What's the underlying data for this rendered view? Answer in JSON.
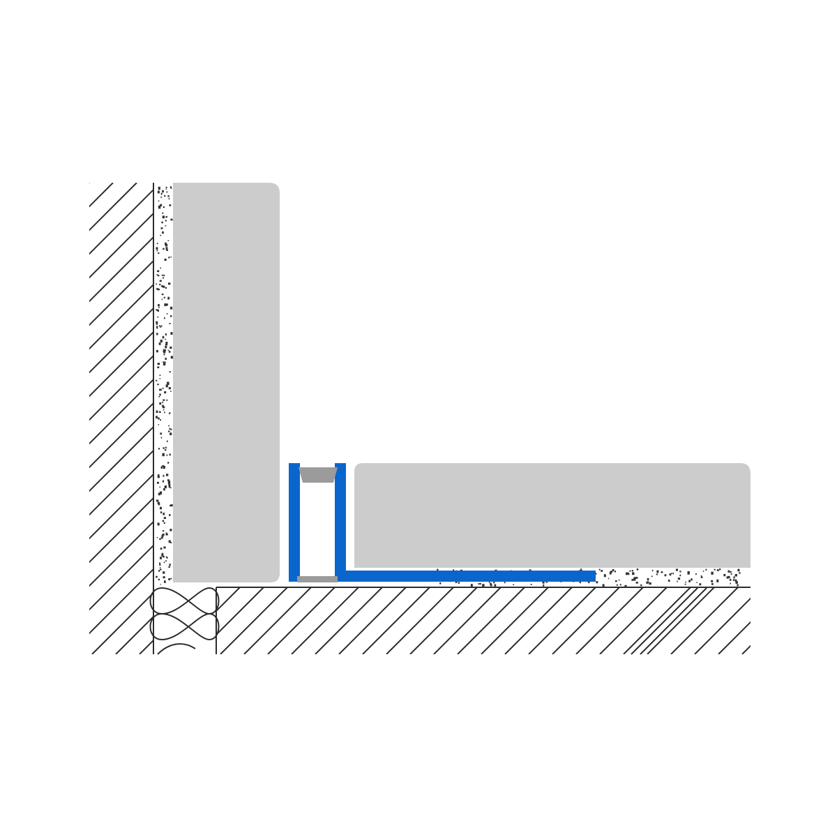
{
  "diagram": {
    "kind": "cross-section",
    "colors": {
      "background": "#ffffff",
      "line": "#2b2b2b",
      "tile": "#cccccc",
      "profile": "#0a66cc",
      "seal": "#9b9b9b",
      "adhesive_dot": "#333333"
    },
    "components": [
      "masonry-wall-hatch",
      "floor-screed-hatch",
      "wall-adhesive-bed",
      "floor-adhesive-bed",
      "wall-tile",
      "floor-tile",
      "edge-insulation-strip",
      "movement-joint-profile",
      "joint-insert",
      "base-strip"
    ]
  }
}
